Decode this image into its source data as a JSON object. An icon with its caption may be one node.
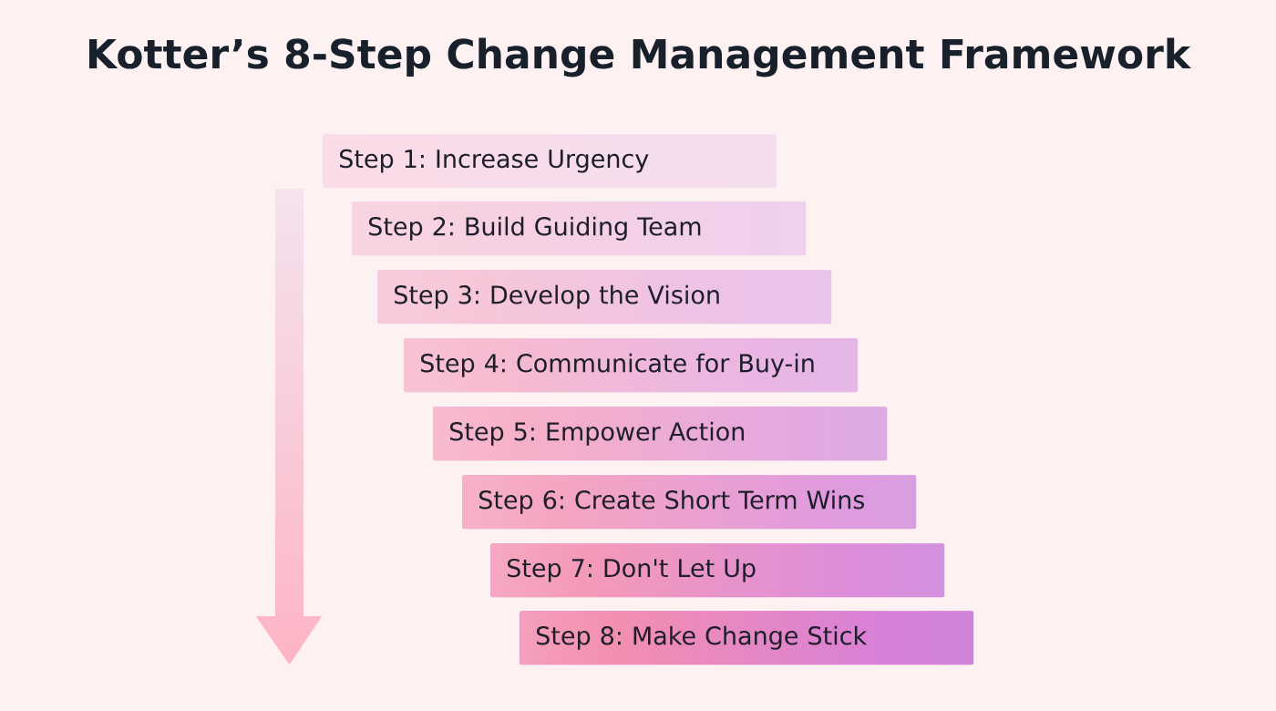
{
  "diagram": {
    "title": "Kotter’s 8-Step Change Management Framework",
    "nodes": [
      {
        "text": [
          "Step 1: Increase Urgency"
        ]
      },
      {
        "text": [
          "Step 2: Build Guiding Team"
        ]
      },
      {
        "text": [
          "Step 3: Develop the Vision"
        ]
      },
      {
        "text": [
          "Step 4: Communicate for Buy-in"
        ]
      },
      {
        "text": [
          "Step 5: Empower Action"
        ]
      },
      {
        "text": [
          "Step 6: Create Short Term Wins"
        ]
      },
      {
        "text": [
          "Step 7: Don't Let Up"
        ]
      },
      {
        "text": [
          "Step 8: Make Change Stick"
        ]
      }
    ]
  }
}
